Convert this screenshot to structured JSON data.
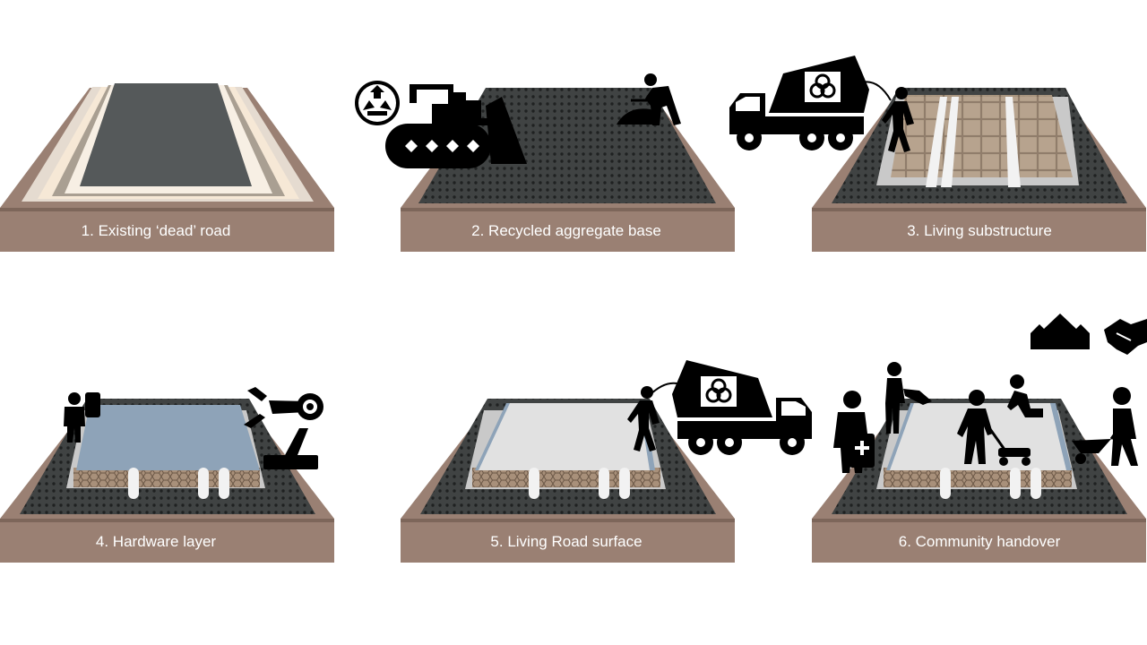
{
  "steps": [
    {
      "label": "1. Existing ‘dead’ road"
    },
    {
      "label": "2. Recycled aggregate base"
    },
    {
      "label": "3. Living substructure"
    },
    {
      "label": "4. Hardware layer"
    },
    {
      "label": "5. Living Road surface"
    },
    {
      "label": "6. Community handover"
    }
  ],
  "icons": {
    "step2": [
      "recycle-icon",
      "bulldozer-icon",
      "worker-shoveling-icon"
    ],
    "step3": [
      "mixer-truck-biohazard-icon",
      "worker-spraying-icon"
    ],
    "step4": [
      "technician-icon",
      "robot-arm-icon"
    ],
    "step5": [
      "worker-spraying-icon",
      "mixer-truck-biohazard-icon"
    ],
    "step6": [
      "houses-icon",
      "handshake-icon",
      "person-first-aid-icon",
      "person-watering-icon",
      "person-mowing-icon",
      "person-planting-icon",
      "person-wheelbarrow-icon"
    ]
  },
  "colors": {
    "soil": "#9a8073",
    "soil_dark": "#7d665a",
    "asphalt": "#55595a",
    "aggregate": "#3f4242",
    "hardware_blue": "#8ea3b8",
    "living_surface": "#e1e1e1",
    "cells": "#b29c85",
    "label_text": "#ffffff",
    "icons": "#000000"
  }
}
